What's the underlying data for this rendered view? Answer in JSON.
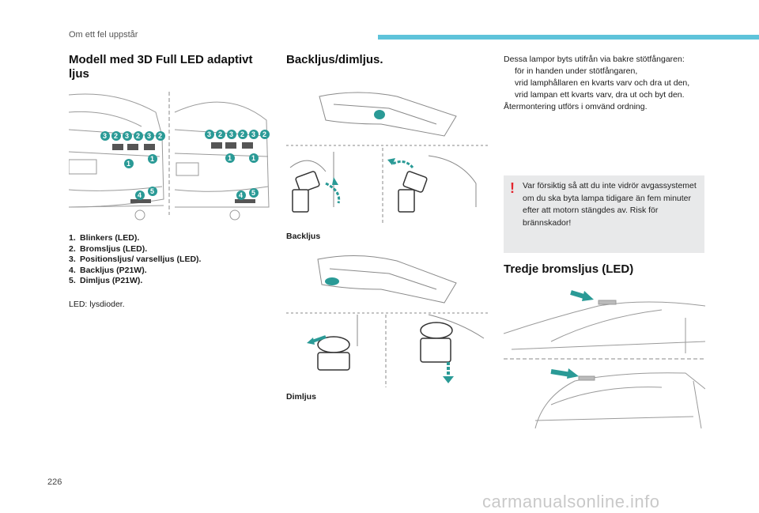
{
  "header": {
    "section": "Om ett fel uppstår",
    "accent_color": "#5ec3da"
  },
  "left": {
    "title": "Modell med 3D Full LED adaptivt ljus",
    "figure_numbers": {
      "one": "1",
      "two": "2",
      "three": "3",
      "four": "4",
      "five": "5"
    },
    "legend": [
      {
        "num": "1.",
        "text": "Blinkers (LED)."
      },
      {
        "num": "2.",
        "text": "Bromsljus (LED)."
      },
      {
        "num": "3.",
        "text": "Positionsljus/ varselljus (LED)."
      },
      {
        "num": "4.",
        "text": "Backljus (P21W)."
      },
      {
        "num": "5.",
        "text": "Dimljus (P21W)."
      }
    ],
    "note": "LED: lysdioder."
  },
  "middle": {
    "title": "Backljus/dimljus.",
    "caption_reverse": "Backljus",
    "caption_fog": "Dimljus"
  },
  "right": {
    "intro": "Dessa lampor byts utifrån via bakre stötfångaren:",
    "steps": [
      "för in handen under stötfångaren,",
      "vrid lamphållaren en kvarts varv och dra ut den,",
      "vrid lampan ett kvarts varv, dra ut och byt den."
    ],
    "step_bullet": "",
    "reassembly": "Återmontering utförs i omvänd ordning.",
    "warning_icon": "!",
    "warning": "Var försiktig så att du inte vidrör avgassystemet om du ska byta lampa tidigare än fem minuter efter att motorn stängdes av. Risk för brännskador!",
    "title_third": "Tredje bromsljus (LED)"
  },
  "footer": {
    "page_number": "226",
    "watermark": "carmanualsonline.info"
  }
}
